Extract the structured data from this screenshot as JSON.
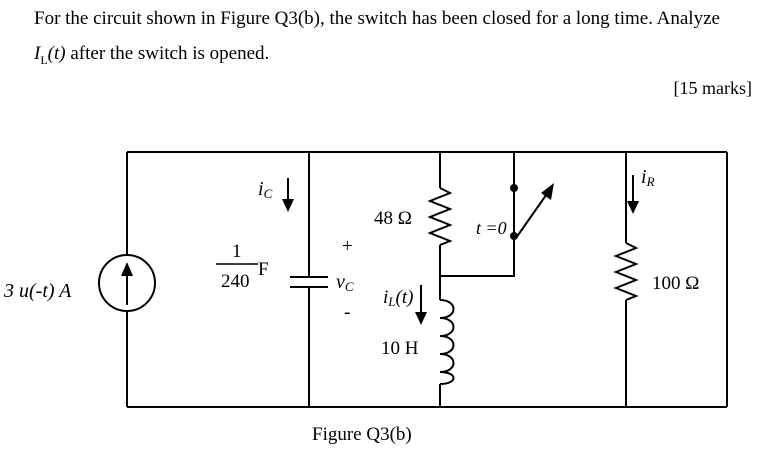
{
  "question": {
    "line1": "For the circuit shown in Figure Q3(b), the switch has been closed for a long time. Analyze",
    "line2_var": "I",
    "line2_sub": "L",
    "line2_arg": "(t)",
    "line2_rest": " after the switch is opened.",
    "marks": "[15 marks]"
  },
  "circuit": {
    "source_label": "3 u(-t) A",
    "cap_num": "1",
    "cap_den": "240",
    "cap_unit": "F",
    "ic_main": "i",
    "ic_sub": "C",
    "vc_plus": "+",
    "vc_main": "v",
    "vc_sub": "C",
    "vc_minus": "-",
    "r48": "48 Ω",
    "switch_label": "t =0",
    "il_main": "i",
    "il_sub": "L",
    "il_arg": "(t)",
    "ind": "10 H",
    "ir_main": "i",
    "ir_sub": "R",
    "r100": "100 Ω"
  },
  "caption": "Figure Q3(b)"
}
